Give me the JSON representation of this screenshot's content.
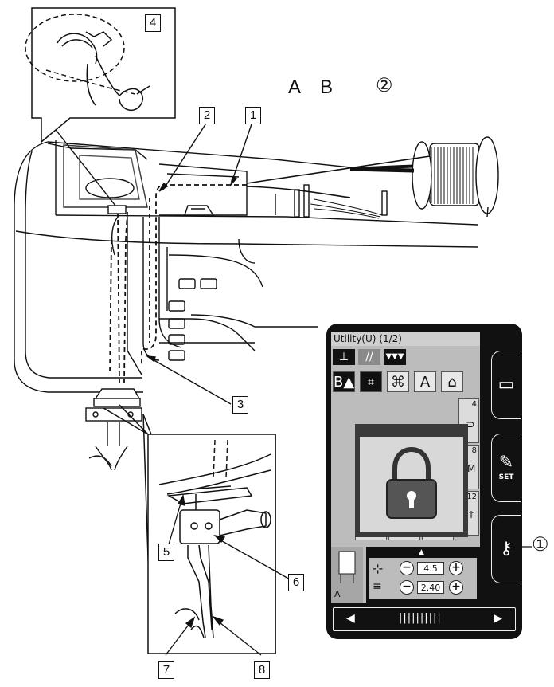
{
  "labels": {
    "step1": "1",
    "step2": "2",
    "step3": "3",
    "step4": "4",
    "step5": "5",
    "step6": "6",
    "step7": "7",
    "step8": "8",
    "thread_a": "A",
    "thread_b": "B",
    "ref_spool_pin": "②",
    "ref_lock_key": "①"
  },
  "lcd": {
    "title": "Utility(U) (1/2)",
    "category_letter": "A",
    "foot_letter": "A",
    "cells": [
      "4",
      "8",
      "12"
    ],
    "stitch_letter": "M",
    "stitch_width": "4.5",
    "stitch_length": "2.40",
    "side_set_label": "SET",
    "nav_prev": "◀",
    "nav_next": "▶",
    "nav_bar": "||||||||||"
  },
  "colors": {
    "line": "#111111",
    "lcd_bg": "#111111",
    "screen": "#bcbcbc",
    "popup_dark": "#3a3a3a",
    "lock_body": "#555555"
  },
  "icons": [
    "padlock-icon",
    "key-icon",
    "wrench-icon",
    "folder-icon",
    "shirt-icon",
    "arrow-left-icon",
    "arrow-right-icon"
  ]
}
